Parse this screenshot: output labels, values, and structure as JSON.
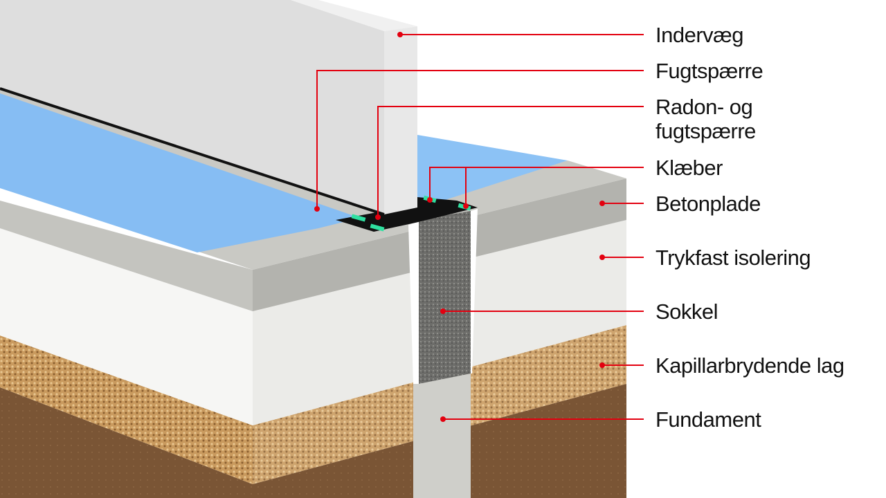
{
  "labels": [
    {
      "id": "indervaeg",
      "text": "Indervæg"
    },
    {
      "id": "fugtspaerre",
      "text": "Fugtspærre"
    },
    {
      "id": "radon1",
      "text": "Radon- og"
    },
    {
      "id": "radon2",
      "text": "fugtspærre"
    },
    {
      "id": "klaeber",
      "text": "Klæber"
    },
    {
      "id": "betonplade",
      "text": "Betonplade"
    },
    {
      "id": "isolering",
      "text": "Trykfast isolering"
    },
    {
      "id": "sokkel",
      "text": "Sokkel"
    },
    {
      "id": "kapillar",
      "text": "Kapillarbrydende lag"
    },
    {
      "id": "fundament",
      "text": "Fundament"
    }
  ],
  "colors": {
    "leader": "#e3000f",
    "membrane": "#86bdf3",
    "concrete": "#b9b9b4",
    "insulation": "#f4f4f2",
    "gravel": "#c99a5e",
    "soil": "#7a5535",
    "wall": "#dcdcdc",
    "sokkel": "#6d6d6a",
    "fundament": "#cfcfca",
    "adhesive": "#2fe0a0"
  }
}
